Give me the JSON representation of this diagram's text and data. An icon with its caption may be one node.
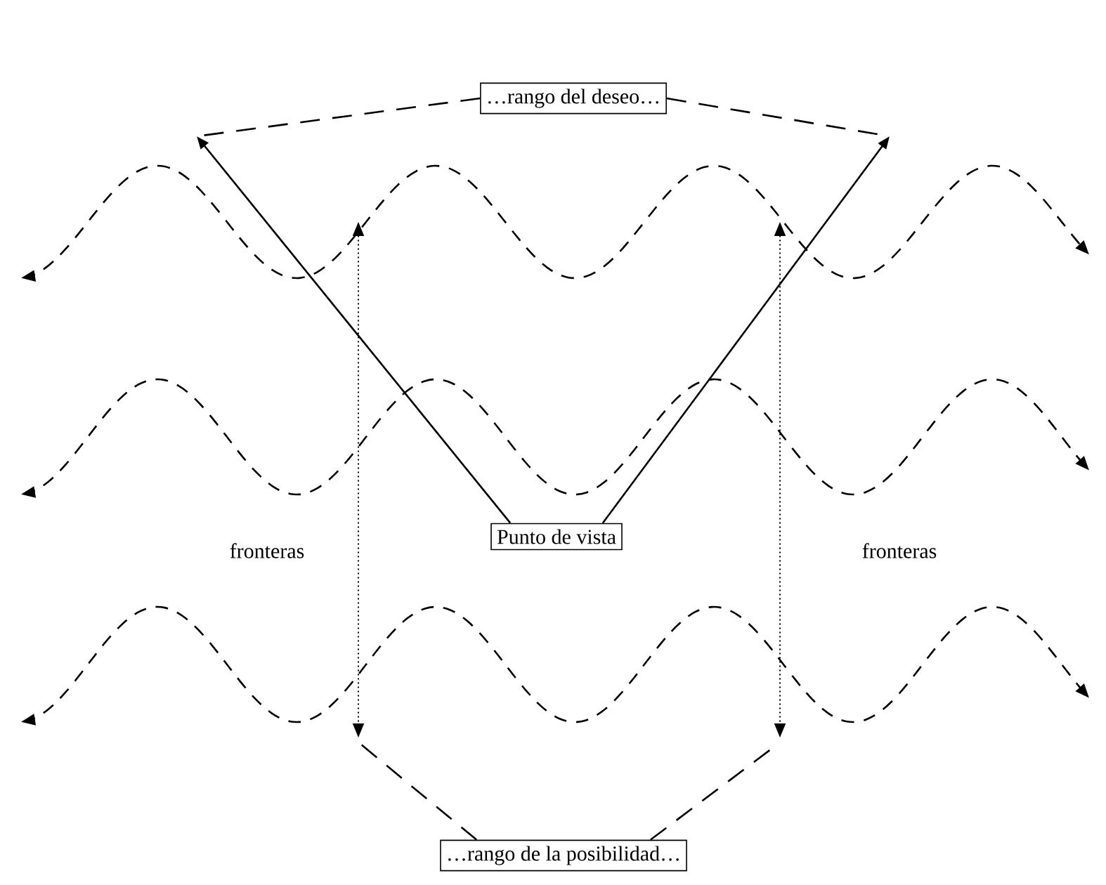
{
  "diagram": {
    "nodes": [
      {
        "text": [
          "…rango del deseo…"
        ]
      },
      {
        "text": [
          "Punto de vista"
        ]
      },
      {
        "text": [
          "…rango de la posibilidad…"
        ]
      }
    ],
    "edges": [
      {
        "from": 1,
        "to": null,
        "arrow": "to"
      },
      {
        "from": 1,
        "to": null,
        "arrow": "to"
      },
      {
        "from": 0,
        "to": null,
        "arrow": "none",
        "style": "dashed"
      },
      {
        "from": 0,
        "to": null,
        "arrow": "none",
        "style": "dashed"
      },
      {
        "from": 2,
        "to": null,
        "arrow": "none",
        "style": "dashed"
      },
      {
        "from": 2,
        "to": null,
        "arrow": "none",
        "style": "dashed"
      }
    ],
    "labels": [
      "fronteras",
      "fronteras"
    ]
  }
}
